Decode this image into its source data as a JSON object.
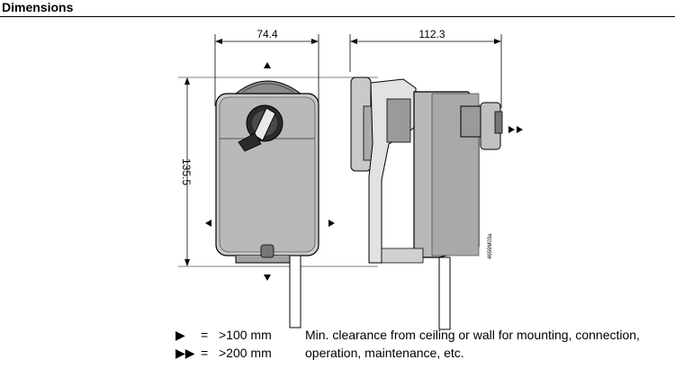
{
  "section_title": "Dimensions",
  "dimensions": {
    "width": "74.4",
    "depth": "112.3",
    "height": "135.5"
  },
  "drawing_code": "4659M03a",
  "legend": {
    "rows": [
      {
        "symbol": "▶",
        "equals": "=",
        "value": ">100 mm"
      },
      {
        "symbol": "▶▶",
        "equals": "=",
        "value": ">200 mm"
      }
    ],
    "note_lines": [
      "Min. clearance from ceiling or wall for mounting, connection,",
      "operation, maintenance, etc."
    ]
  }
}
